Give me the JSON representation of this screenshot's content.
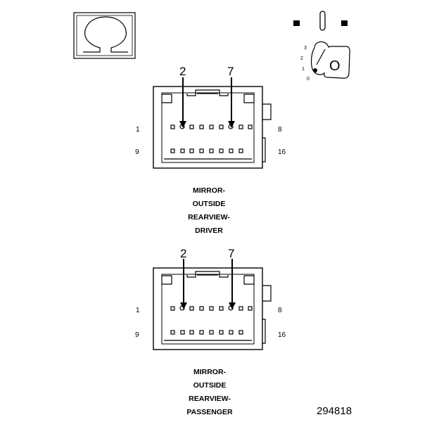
{
  "symbol": {
    "name": "omega-symbol",
    "glyph": "Ω"
  },
  "ignition_key": {
    "positions": [
      "3",
      "2",
      "1",
      "0"
    ],
    "letter": "O"
  },
  "connectors": [
    {
      "id": "driver",
      "callout_left": "2",
      "callout_right": "7",
      "pin_top_left": "1",
      "pin_top_right": "8",
      "pin_bottom_left": "9",
      "pin_bottom_right": "16",
      "caption_lines": [
        "MIRROR-",
        "OUTSIDE",
        "REARVIEW-",
        "DRIVER"
      ]
    },
    {
      "id": "passenger",
      "callout_left": "2",
      "callout_right": "7",
      "pin_top_left": "1",
      "pin_top_right": "8",
      "pin_bottom_left": "9",
      "pin_bottom_right": "16",
      "caption_lines": [
        "MIRROR-",
        "OUTSIDE",
        "REARVIEW-",
        "PASSENGER"
      ]
    }
  ],
  "figure_id": "294818",
  "colors": {
    "ink": "#000000",
    "paper": "#ffffff"
  }
}
